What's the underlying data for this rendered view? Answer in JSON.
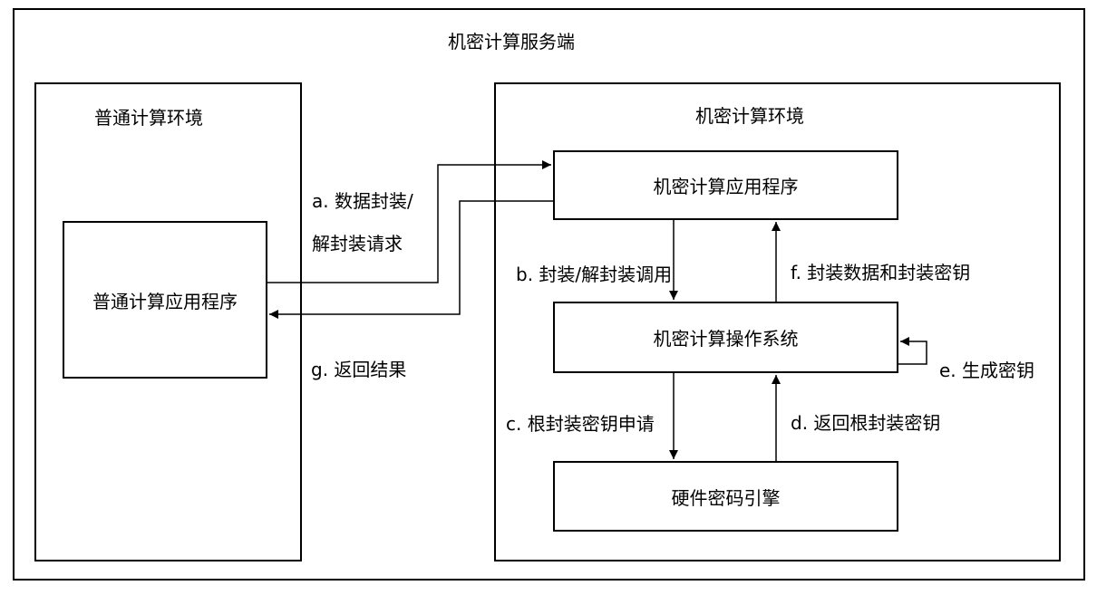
{
  "diagram": {
    "outer_title": "机密计算服务端",
    "normal_env": {
      "title": "普通计算环境",
      "app": "普通计算应用程序"
    },
    "secure_env": {
      "title": "机密计算环境",
      "app": "机密计算应用程序",
      "os": "机密计算操作系统",
      "engine": "硬件密码引擎"
    },
    "edges": {
      "a_line1": "a. 数据封装/",
      "a_line2": "解封装请求",
      "b": "b. 封装/解封装调用",
      "c": "c. 根封装密钥申请",
      "d": "d. 返回根封装密钥",
      "e": "e. 生成密钥",
      "f": "f. 封装数据和封装密钥",
      "g": "g. 返回结果"
    }
  }
}
